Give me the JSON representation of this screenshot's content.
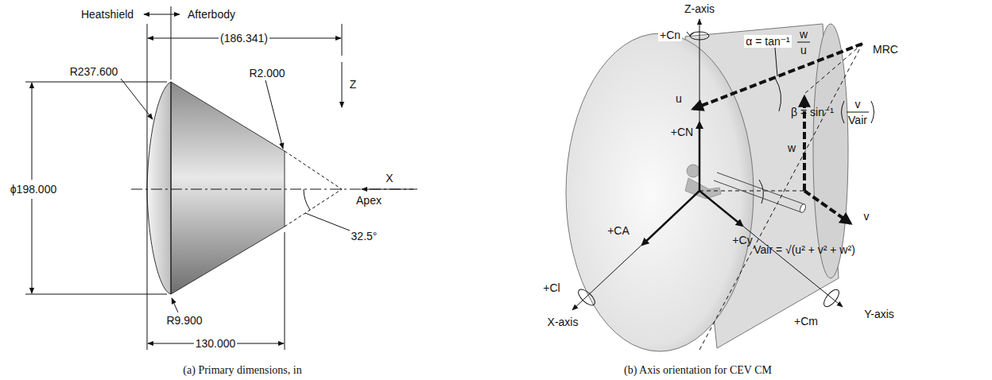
{
  "diagram": {
    "labels": [
      "Heatshield",
      "Afterbody",
      "(186.341)",
      "R237.600",
      "R2.000",
      "Z",
      "ϕ198.000",
      "X",
      "Apex",
      "32.5°",
      "R9.900",
      "130.000",
      "(a) Primary dimensions, in",
      "Z-axis",
      "+Cn",
      "α = tan⁻¹",
      "w",
      "u",
      "MRC",
      "u",
      "+CN",
      "w",
      "β = sin⁻¹",
      "v",
      "Vair",
      "+CA",
      "v",
      "+Cy",
      "Vair = √(u² + v² + w²)",
      "+Cl",
      "X-axis",
      "+Cm",
      "Y-axis",
      "(b) Axis orientation for CEV CM"
    ]
  }
}
